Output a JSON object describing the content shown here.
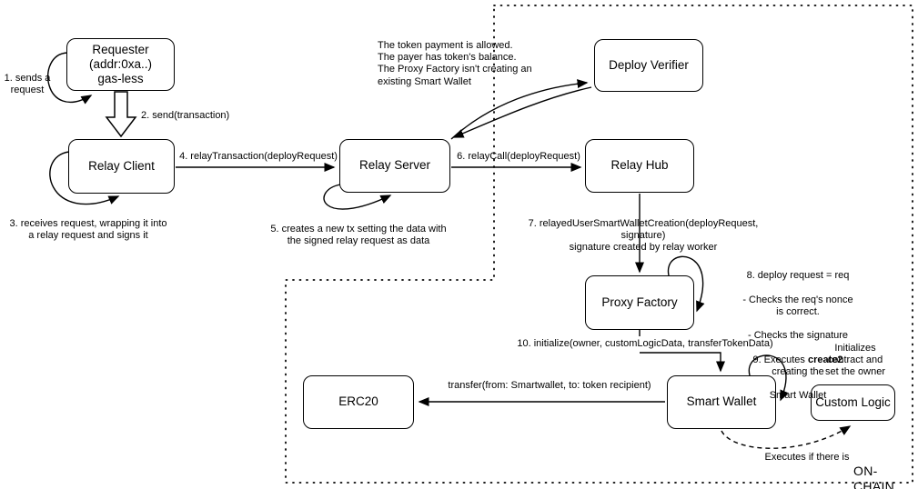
{
  "colors": {
    "stroke": "#000000",
    "background": "#ffffff",
    "text": "#000000"
  },
  "nodes": {
    "requester": "Requester\n(addr:0xa..)\ngas-less",
    "relay_client": "Relay Client",
    "relay_server": "Relay Server",
    "deploy_verifier": "Deploy Verifier",
    "relay_hub": "Relay Hub",
    "proxy_factory": "Proxy Factory",
    "smart_wallet": "Smart Wallet",
    "erc20": "ERC20",
    "custom_logic": "Custom Logic"
  },
  "annotations": {
    "note1": "1. sends a\nrequest",
    "note2": "2. send(transaction)",
    "note3": "3. receives request, wrapping it into\na relay request and signs it",
    "note4": "4. relayTransaction(deployRequest)",
    "note5": "5. creates a new tx setting the data with\nthe signed relay request as data",
    "note6": "6. relayCall(deployRequest)",
    "note7": "7. relayedUserSmartWalletCreation(deployRequest, signature)\nsignature created by relay worker",
    "verifier_checks": "The token payment is allowed.\nThe payer has token's balance.\nThe Proxy Factory isn't creating an\nexisting Smart Wallet",
    "note8_line1": "8. deploy request = req",
    "note8_line2": "- Checks the req's nonce is correct.",
    "note8_line3": "- Checks the signature",
    "note9_prefix": "9. Executes ",
    "note9_bold": "create2",
    "note9_suffix": " creating the",
    "note9_line2": "Smart Wallet",
    "note10": "10. initialize(owner, customLogicData, transferTokenData)",
    "transfer_label": "transfer(from: Smartwallet, to: token recipient)",
    "init_note": "Initializes contract and\nset the owner",
    "executes_note": "Executes if there is",
    "onchain_label": "ON-CHAIN"
  }
}
